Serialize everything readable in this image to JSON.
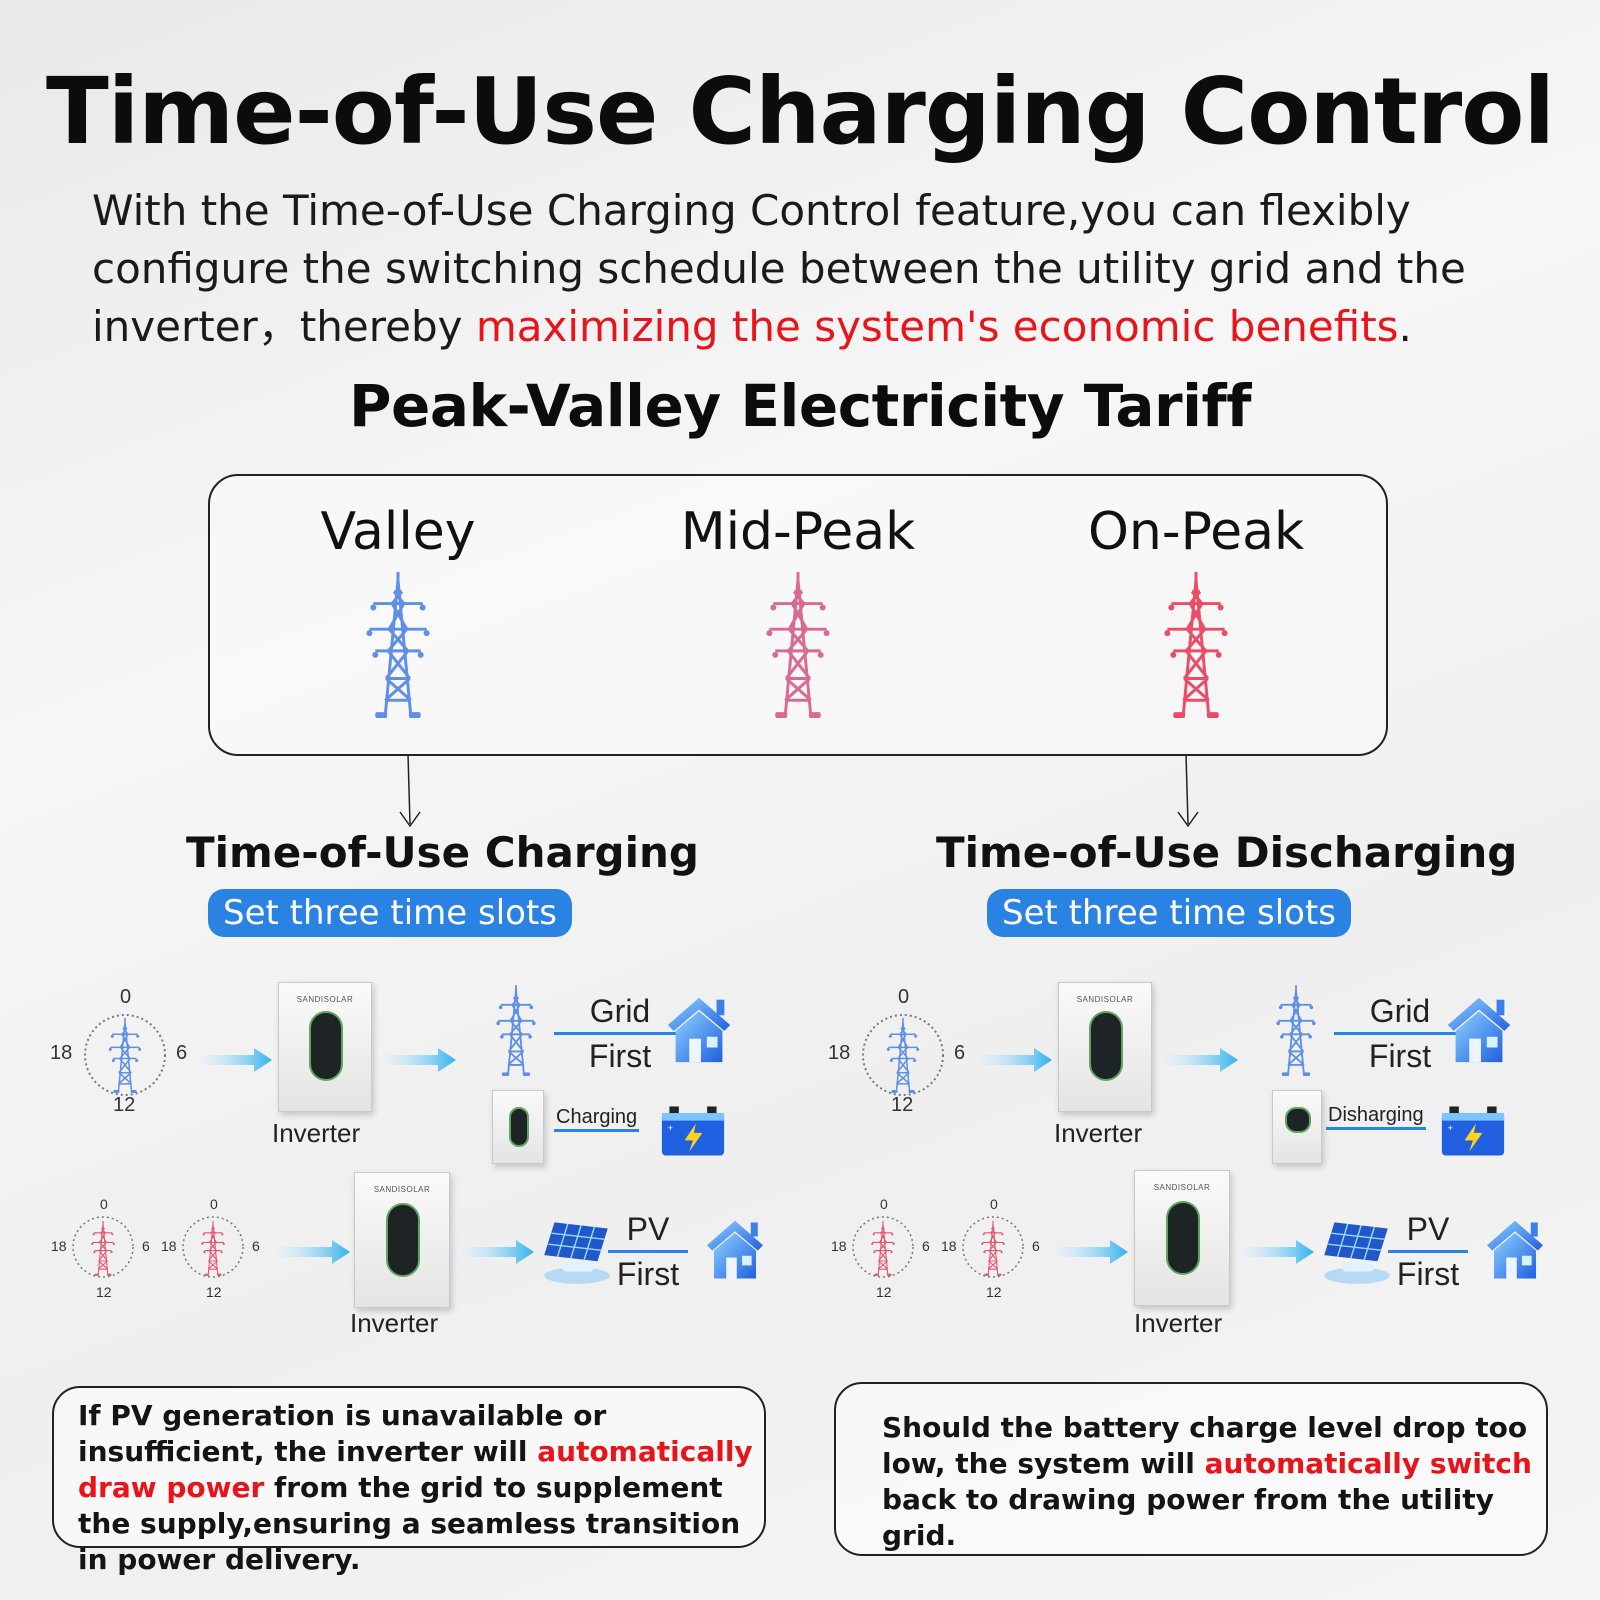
{
  "title": "Time-of-Use Charging Control",
  "intro": {
    "text_normal": "With the Time-of-Use Charging Control feature,you can flexibly configure the switching schedule between the utility grid and the inverter，thereby ",
    "text_highlight": "maximizing the system's economic benefits",
    "text_end": "."
  },
  "tariff": {
    "title": "Peak-Valley Electricity Tariff",
    "levels": [
      "Valley",
      "Mid-Peak",
      "On-Peak"
    ]
  },
  "clock_labels": {
    "top": "0",
    "right": "6",
    "bottom": "12",
    "left": "18"
  },
  "charging": {
    "title": "Time-of-Use Charging",
    "pill": "Set three time slots",
    "brand": "SANDISOLAR",
    "inverter_label": "Inverter",
    "grid_top": "Grid",
    "grid_bottom": "First",
    "battery_label": "Charging",
    "pv_top": "PV",
    "pv_bottom": "First",
    "note_a": "If PV generation is unavailable or insufficient, the inverter will ",
    "note_highlight": "automatically draw power",
    "note_b": " from the grid to supplement the supply,ensuring a seamless transition in power delivery."
  },
  "discharging": {
    "title": "Time-of-Use Discharging",
    "pill": "Set three time slots",
    "brand": "SANDISOLAR",
    "inverter_label": "Inverter",
    "grid_top": "Grid",
    "grid_bottom": "First",
    "battery_label": "Disharging",
    "pv_top": "PV",
    "pv_bottom": "First",
    "note_a": "Should the battery charge level drop too low, the system will ",
    "note_highlight": "automatically switch",
    "note_b": " back to drawing power from the utility grid."
  },
  "colors": {
    "accent": "#2a82e2",
    "highlight": "#e8141a",
    "tower_blue": "#6f9be6",
    "tower_red": "#e8556a"
  }
}
